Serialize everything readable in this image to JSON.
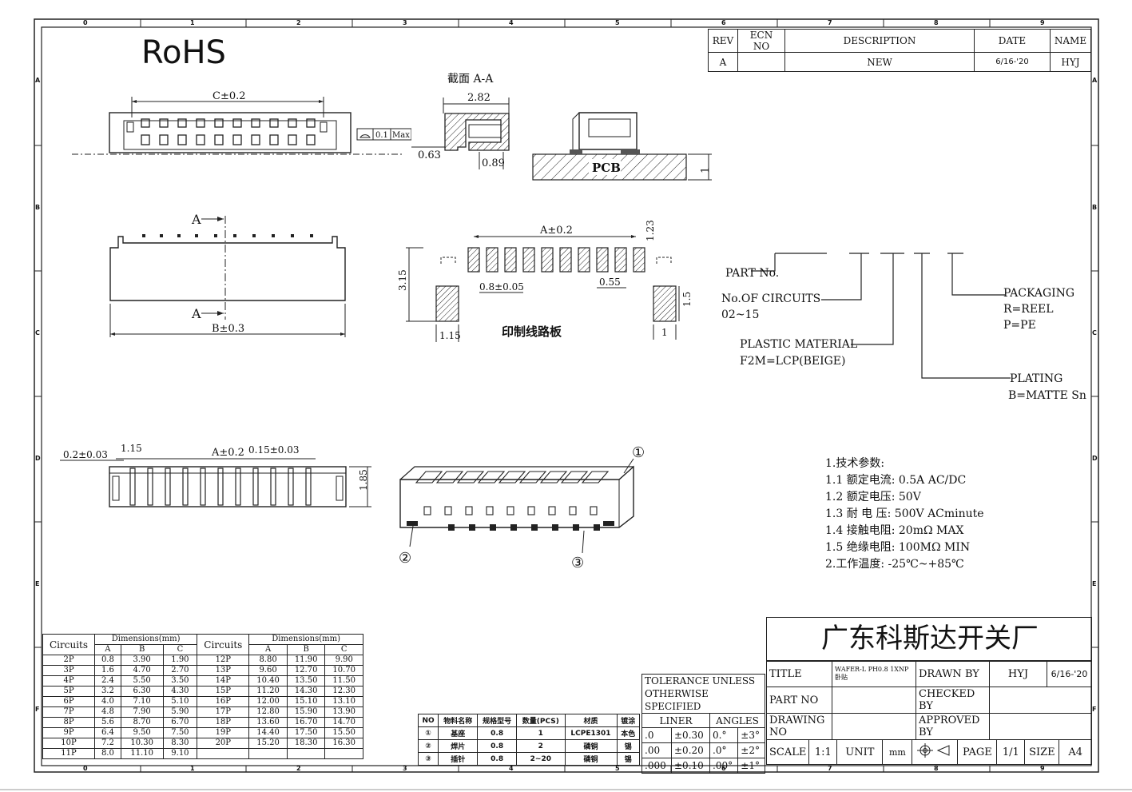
{
  "rohs": "RoHS",
  "grid": {
    "top_numbers": [
      "0",
      "1",
      "2",
      "3",
      "4",
      "5",
      "6",
      "7",
      "8",
      "9"
    ],
    "side_letters": [
      "A",
      "B",
      "C",
      "D",
      "E",
      "F"
    ]
  },
  "revision": {
    "headers": [
      "REV",
      "ECN NO",
      "DESCRIPTION",
      "DATE",
      "NAME"
    ],
    "row": [
      "A",
      "",
      "NEW",
      "6/16-'20",
      "HYJ"
    ]
  },
  "views": {
    "top": {
      "c_dim": "C±0.2",
      "flatness_value": "0.1",
      "flatness_max": "Max"
    },
    "section": {
      "title": "截面  A-A",
      "w": "2.82",
      "d1": "0.63",
      "d2": "0.89"
    },
    "pcb": {
      "label": "PCB",
      "thickness": "1"
    },
    "front": {
      "section_mark": "A",
      "b_dim": "B±0.3"
    },
    "footprint": {
      "a_dim": "A±0.2",
      "h123": "1.23",
      "h315": "3.15",
      "pitch": "0.8±0.05",
      "pad_w": "0.55",
      "h15": "1.5",
      "w115": "1.15",
      "w1": "1",
      "caption": "印制线路板"
    },
    "side": {
      "d1": "0.2±0.03",
      "d2": "1.15",
      "a_dim": "A±0.2",
      "d3": "0.15±0.03",
      "h": "1.85"
    },
    "iso": {
      "c1": "①",
      "c2": "②",
      "c3": "③"
    }
  },
  "part_number": {
    "label": "PART No.",
    "circuits": "No.OF CIRCUITS",
    "circuits_range": "02~15",
    "plastic": "PLASTIC MATERIAL",
    "plastic_value": "F2M=LCP(BEIGE)",
    "plating": "PLATING",
    "plating_value": "B=MATTE Sn",
    "packaging": "PACKAGING",
    "pack_reel": "R=REEL",
    "pack_pe": "P=PE"
  },
  "specs": [
    "1.技术参数:",
    "1.1 额定电流: 0.5A AC/DC",
    "1.2 额定电压: 50V",
    "1.3 耐 电 压: 500V ACminute",
    "1.4 接触电阻: 20mΩ MAX",
    "1.5 绝缘电阻: 100MΩ MIN",
    "2.工作温度: -25℃~+85℃"
  ],
  "dimensions_table": {
    "col_circuits": "Circuits",
    "col_dims": "Dimensions(mm)",
    "sub": [
      "A",
      "B",
      "C"
    ],
    "left": [
      [
        "2P",
        "0.8",
        "3.90",
        "1.90"
      ],
      [
        "3P",
        "1.6",
        "4.70",
        "2.70"
      ],
      [
        "4P",
        "2.4",
        "5.50",
        "3.50"
      ],
      [
        "5P",
        "3.2",
        "6.30",
        "4.30"
      ],
      [
        "6P",
        "4.0",
        "7.10",
        "5.10"
      ],
      [
        "7P",
        "4.8",
        "7.90",
        "5.90"
      ],
      [
        "8P",
        "5.6",
        "8.70",
        "6.70"
      ],
      [
        "9P",
        "6.4",
        "9.50",
        "7.50"
      ],
      [
        "10P",
        "7.2",
        "10.30",
        "8.30"
      ],
      [
        "11P",
        "8.0",
        "11.10",
        "9.10"
      ]
    ],
    "right": [
      [
        "12P",
        "8.80",
        "11.90",
        "9.90"
      ],
      [
        "13P",
        "9.60",
        "12.70",
        "10.70"
      ],
      [
        "14P",
        "10.40",
        "13.50",
        "11.50"
      ],
      [
        "15P",
        "11.20",
        "14.30",
        "12.30"
      ],
      [
        "16P",
        "12.00",
        "15.10",
        "13.10"
      ],
      [
        "17P",
        "12.80",
        "15.90",
        "13.90"
      ],
      [
        "18P",
        "13.60",
        "16.70",
        "14.70"
      ],
      [
        "19P",
        "14.40",
        "17.50",
        "15.50"
      ],
      [
        "20P",
        "15.20",
        "18.30",
        "16.30"
      ],
      [
        "",
        "",
        "",
        ""
      ]
    ]
  },
  "bom": {
    "headers": [
      "NO",
      "物料名称",
      "规格型号",
      "数量(PCS)",
      "材质",
      "镀涂"
    ],
    "rows": [
      [
        "①",
        "基座",
        "0.8",
        "1",
        "LCPE1301",
        "本色"
      ],
      [
        "②",
        "焊片",
        "0.8",
        "2",
        "磷铜",
        "锡"
      ],
      [
        "③",
        "插针",
        "0.8",
        "2~20",
        "磷铜",
        "锡"
      ]
    ]
  },
  "tolerance": {
    "title1": "TOLERANCE UNLESS",
    "title2": "OTHERWISE SPECIFIED",
    "liner": "LINER",
    "angles": "ANGLES",
    "rows": [
      [
        ".0",
        "±0.30",
        "0.°",
        "±3°"
      ],
      [
        ".00",
        "±0.20",
        ".0°",
        "±2°"
      ],
      [
        ".000",
        "±0.10",
        ".00°",
        "±1°"
      ]
    ]
  },
  "title_block": {
    "company": "广东科斯达开关厂",
    "title_label": "TITLE",
    "title_value": "WAFER-L PH0.8 1XNP 卧贴",
    "drawn_by": "DRAWN BY",
    "drawn_name": "HYJ",
    "drawn_date": "6/16-'20",
    "part_no": "PART NO",
    "checked_by": "CHECKED BY",
    "drawing_no": "DRAWING NO",
    "approved_by": "APPROVED BY",
    "scale": "SCALE",
    "scale_value": "1:1",
    "unit": "UNIT",
    "unit_value": "mm",
    "page": "PAGE",
    "page_value": "1/1",
    "size": "SIZE",
    "size_value": "A4"
  }
}
